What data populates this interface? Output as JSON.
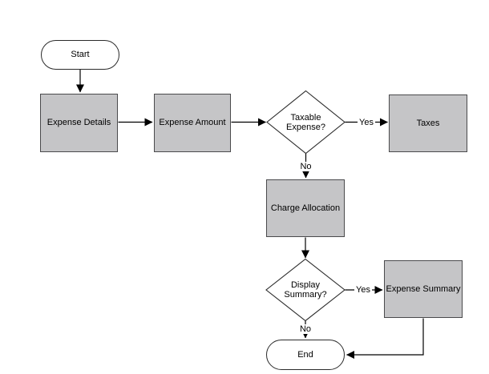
{
  "diagram": {
    "type": "flowchart",
    "nodes": {
      "start": "Start",
      "expense_details": "Expense Details",
      "expense_amount": "Expense Amount",
      "taxable_expense": "Taxable Expense?",
      "taxes": "Taxes",
      "charge_allocation": "Charge Allocation",
      "display_summary": "Display Summary?",
      "expense_summary": "Expense Summary",
      "end": "End"
    },
    "edge_labels": {
      "taxable_yes": "Yes",
      "taxable_no": "No",
      "display_yes": "Yes",
      "display_no": "No"
    },
    "edges": [
      {
        "from": "start",
        "to": "expense_details",
        "label": ""
      },
      {
        "from": "expense_details",
        "to": "expense_amount",
        "label": ""
      },
      {
        "from": "expense_amount",
        "to": "taxable_expense",
        "label": ""
      },
      {
        "from": "taxable_expense",
        "to": "taxes",
        "label": "Yes"
      },
      {
        "from": "taxable_expense",
        "to": "charge_allocation",
        "label": "No"
      },
      {
        "from": "charge_allocation",
        "to": "display_summary",
        "label": ""
      },
      {
        "from": "display_summary",
        "to": "expense_summary",
        "label": "Yes"
      },
      {
        "from": "display_summary",
        "to": "end",
        "label": "No"
      },
      {
        "from": "expense_summary",
        "to": "end",
        "label": ""
      }
    ],
    "colors": {
      "process_fill": "#c5c5c7",
      "process_border": "#4a4a4c",
      "terminal_fill": "#ffffff",
      "shape_border": "#2b2b2b",
      "line_color": "#000000",
      "text_color": "#000000",
      "canvas_bg": "#ffffff"
    }
  }
}
